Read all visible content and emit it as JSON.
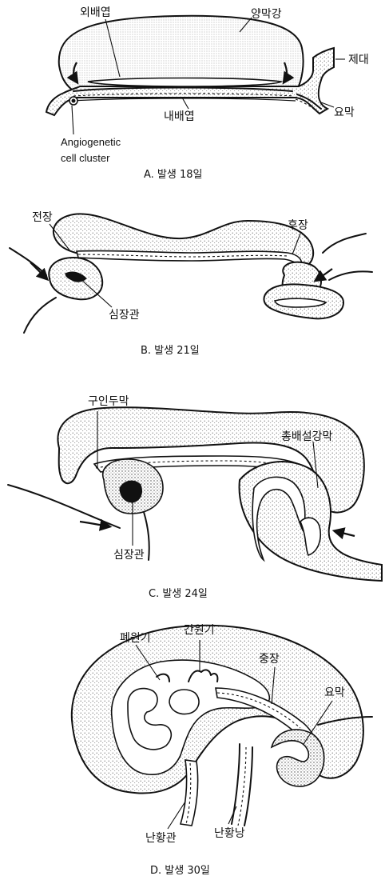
{
  "panels": [
    {
      "caption": "A. 발생 18일",
      "labels": {
        "ectoderm": "외배엽",
        "amniotic_cavity": "양막강",
        "connecting_stalk": "제대",
        "allantois": "요막",
        "endoderm": "내배엽",
        "cluster_line1": "Angiogenetic",
        "cluster_line2": "cell cluster"
      }
    },
    {
      "caption": "B. 발생 21일",
      "labels": {
        "foregut": "전장",
        "hindgut": "후장",
        "heart_tube": "심장관"
      }
    },
    {
      "caption": "C. 발생 24일",
      "labels": {
        "oropharyngeal_membrane": "구인두막",
        "cloacal_membrane": "총배설강막",
        "heart_tube": "심장관"
      }
    },
    {
      "caption": "D. 발생 30일",
      "labels": {
        "lung_bud": "폐원기",
        "liver_bud": "간원기",
        "midgut": "중장",
        "allantois": "요막",
        "vitelline_duct": "난황관",
        "yolk_sac": "난황낭"
      }
    }
  ]
}
